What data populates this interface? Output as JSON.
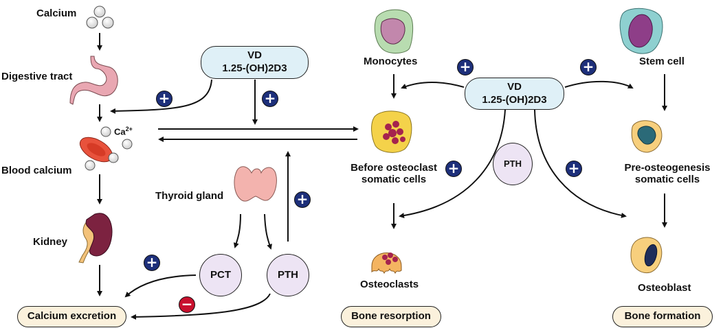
{
  "left_pathway": {
    "calcium": "Calcium",
    "digestive_tract": "Digestive tract",
    "ca_ion": "Ca",
    "ca_ion_charge": "2+",
    "blood_calcium": "Blood calcium",
    "kidney": "Kidney",
    "calcium_excretion": "Calcium excretion",
    "thyroid_gland": "Thyroid gland",
    "pct": "PCT",
    "pth": "PTH"
  },
  "vd_box_left": {
    "line1": "VD",
    "line2": "1.25-(OH)2D3"
  },
  "vd_box_right": {
    "line1": "VD",
    "line2": "1.25-(OH)2D3"
  },
  "bone_resorption": {
    "monocytes": "Monocytes",
    "precursor_line1": "Before osteoclast",
    "precursor_line2": "somatic cells",
    "osteoclasts": "Osteoclasts",
    "outcome": "Bone resorption"
  },
  "bone_formation": {
    "stem_cell": "Stem cell",
    "precursor_line1": "Pre-osteogenesis",
    "precursor_line2": "somatic cells",
    "osteoblast": "Osteoblast",
    "outcome": "Bone formation"
  },
  "center_pth": "PTH",
  "signs": {
    "plus": "+",
    "minus": "−"
  },
  "colors": {
    "plus_badge": "#1d2f7a",
    "minus_badge": "#c8102e",
    "vd_box": "#dff0f7",
    "hormone_circle": "#ede4f4",
    "outcome_box": "#fbf1dc"
  }
}
